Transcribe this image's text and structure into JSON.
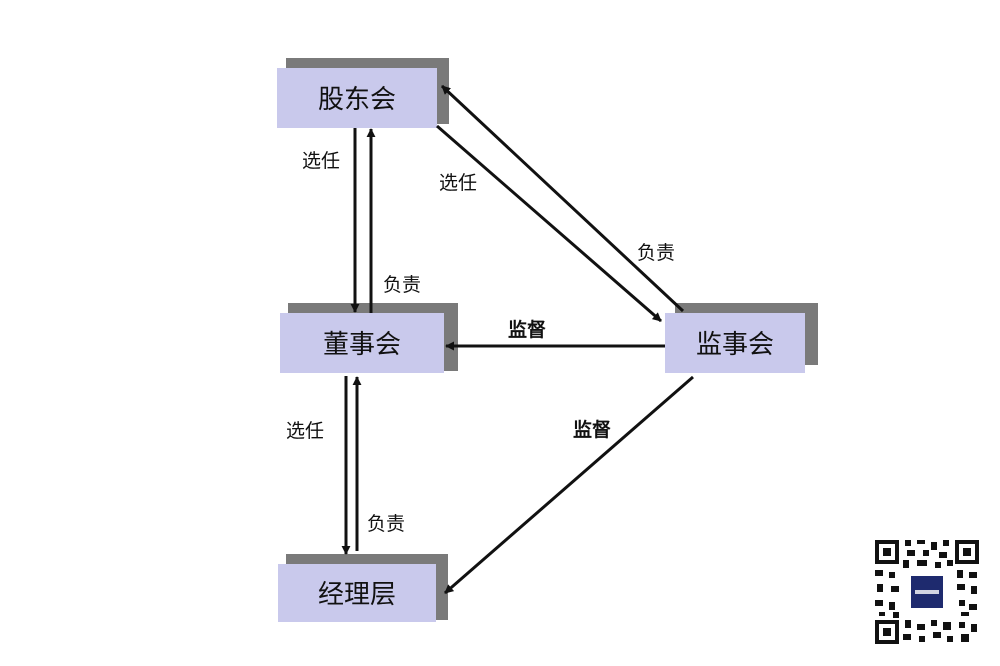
{
  "nodes": {
    "shareholders": {
      "label": "股东会"
    },
    "board": {
      "label": "董事会"
    },
    "supervisors": {
      "label": "监事会"
    },
    "management": {
      "label": "经理层"
    }
  },
  "edges": {
    "sh_to_board": {
      "label": "选任"
    },
    "board_to_sh": {
      "label": "负责"
    },
    "sh_to_sup": {
      "label": "选任"
    },
    "sup_to_sh": {
      "label": "负责"
    },
    "sup_to_board": {
      "label": "监督"
    },
    "board_to_mgmt": {
      "label": "选任"
    },
    "mgmt_to_board": {
      "label": "负责"
    },
    "sup_to_mgmt": {
      "label": "监督"
    }
  },
  "colors": {
    "box_fill": "#c9c9ec",
    "box_shadow": "#7a7a7a",
    "line": "#111111"
  },
  "qr_code": {
    "icon": "qr-code-icon"
  }
}
